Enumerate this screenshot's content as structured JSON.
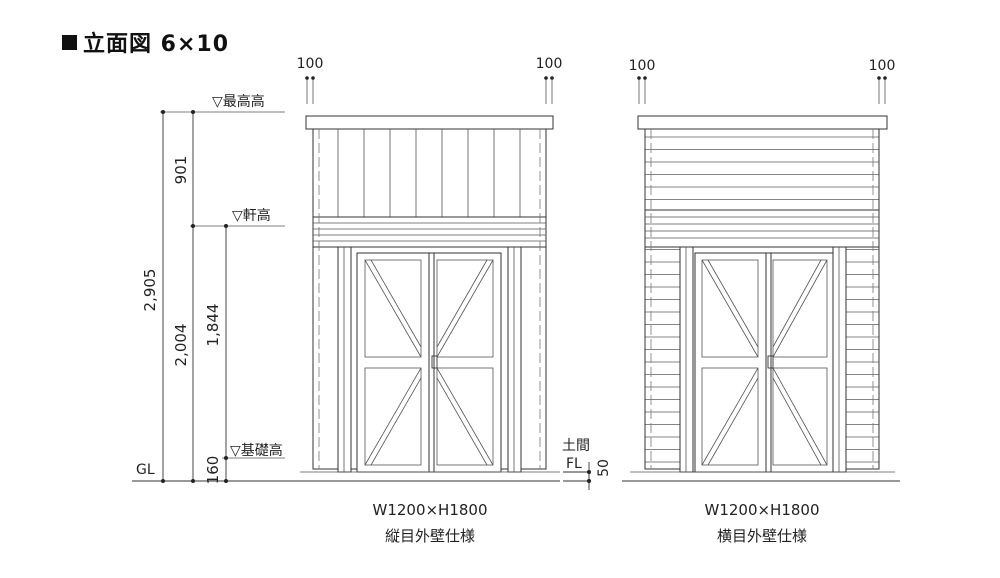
{
  "title": "立面図 6×10",
  "left_elevation": {
    "width_dims": [
      "100",
      "100"
    ],
    "levels": {
      "top": "▽最高高",
      "eave": "▽軒高",
      "foundation": "▽基礎高",
      "ground": "GL"
    },
    "dimensions": {
      "total": "2,905",
      "upper": "901",
      "to_eave_from_ground": "2,004",
      "to_eave_from_foundation": "1,844",
      "foundation": "160"
    },
    "floor_labels": {
      "doma": "土間",
      "fl": "FL",
      "slab": "50"
    },
    "door_size": "W1200×H1800",
    "spec": "縦目外壁仕様"
  },
  "right_elevation": {
    "width_dims": [
      "100",
      "100"
    ],
    "door_size": "W1200×H1800",
    "spec": "横目外壁仕様"
  }
}
